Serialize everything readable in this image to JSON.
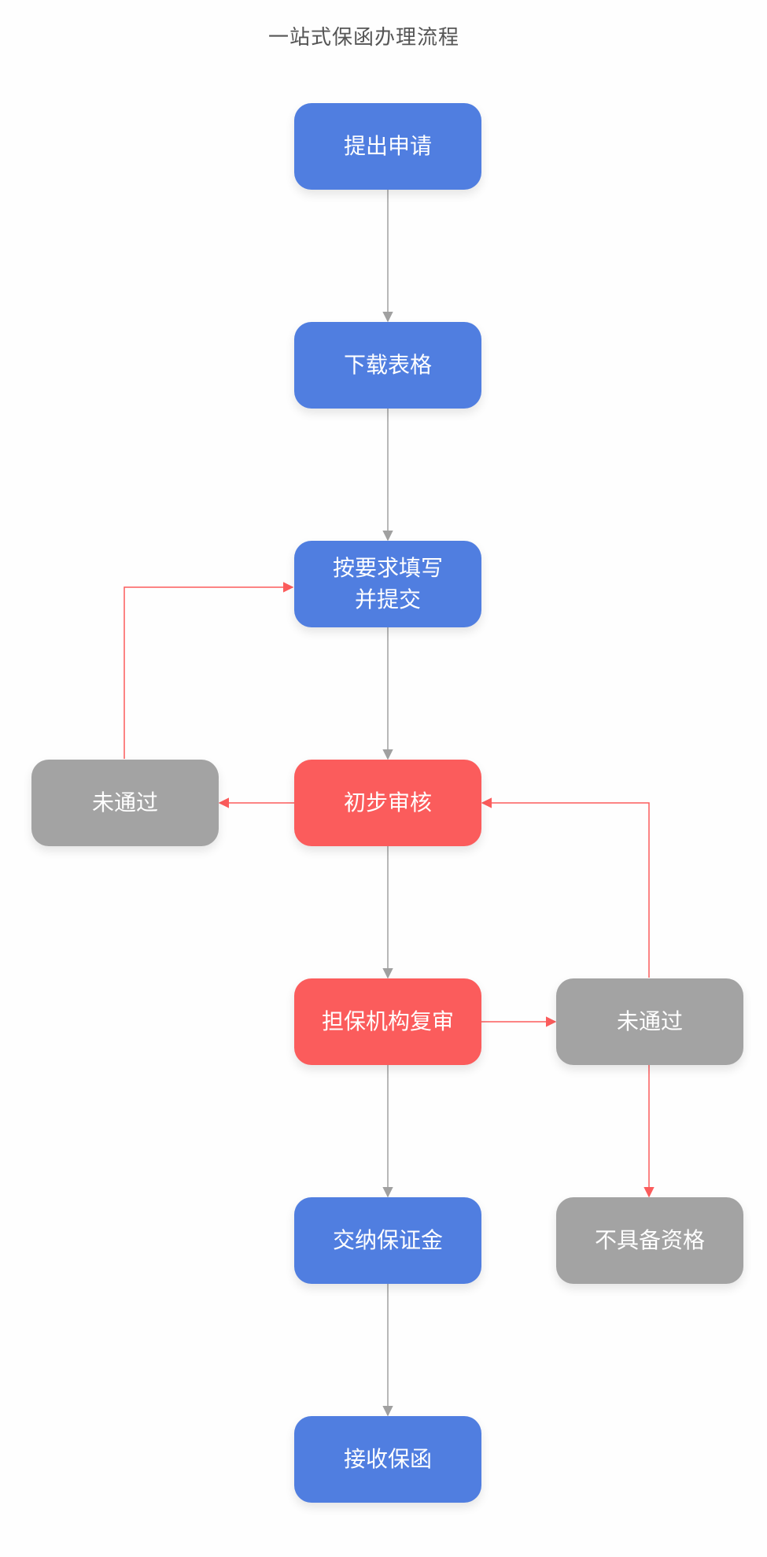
{
  "title": "一站式保函办理流程",
  "colors": {
    "step": "#507ee0",
    "review": "#fb5c5c",
    "failed": "#a3a3a3",
    "main_arrow": "#a0a0a0",
    "reject_arrow": "#fb5c5c"
  },
  "nodes": {
    "submit_application": "提出申请",
    "download_form": "下载表格",
    "fill_and_submit": "按要求填写\n并提交",
    "initial_review": "初步审核",
    "initial_rejected": "未通过",
    "guarantor_review": "担保机构复审",
    "guarantor_rejected": "未通过",
    "pay_deposit": "交纳保证金",
    "not_qualified": "不具备资格",
    "receive_guarantee": "接收保函"
  }
}
